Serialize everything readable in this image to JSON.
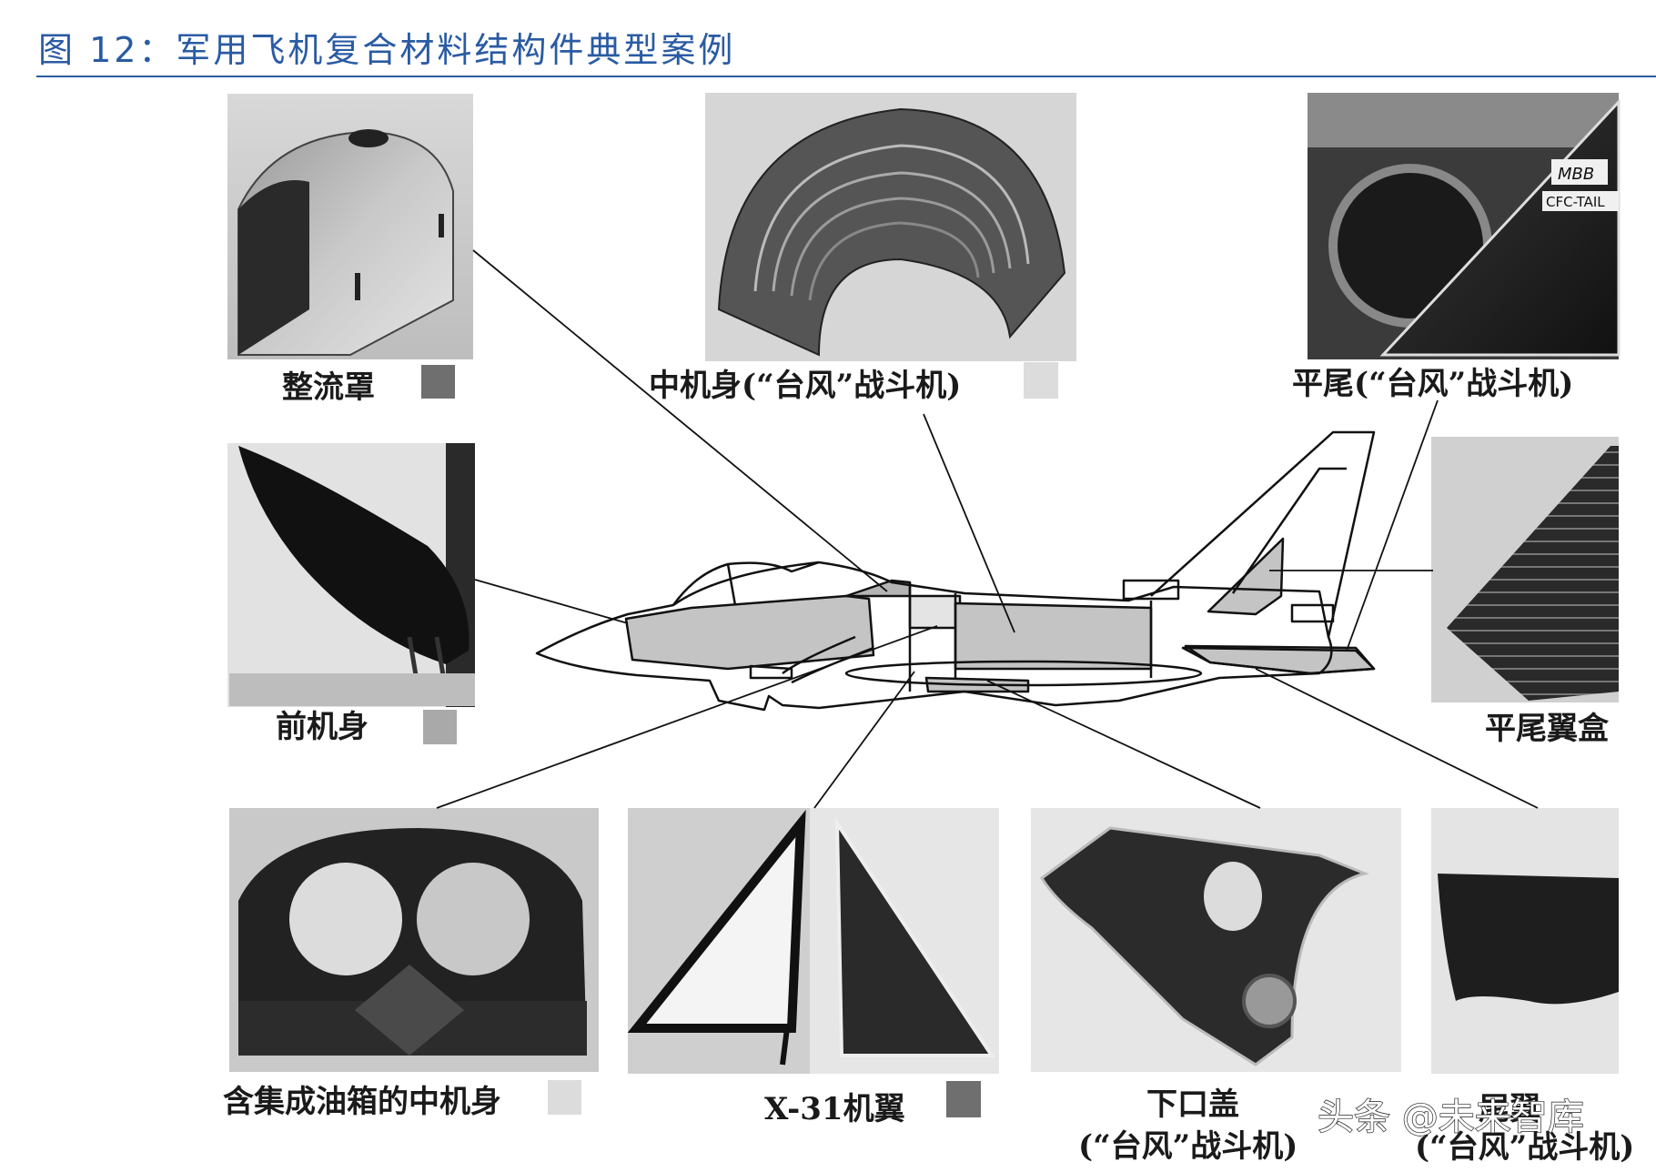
{
  "figure": {
    "title": "图 12：军用飞机复合材料结构件典型案例"
  },
  "colors": {
    "title_blue": "#2a5ba3",
    "swatch_dark": "#6f6f6f",
    "swatch_mid": "#a9a9a9",
    "swatch_light": "#dcdcdc",
    "zone_shade": "#c8c8c8"
  },
  "labels": {
    "fairing": "整流罩",
    "center_fuselage": "中机身(“台风”战斗机)",
    "horizontal_tail": "平尾(“台风”战斗机)",
    "forward_fuselage": "前机身",
    "tail_wing_box": "平尾翼盒",
    "center_fuselage_tank": "含集成油箱的中机身",
    "x31_wing": "X-31机翼",
    "lower_cover": "下口盖",
    "lower_cover_sub": "(“台风”战斗机)",
    "rudder": "尾翼",
    "rudder_sub": "(“台风”战斗机)"
  },
  "photo_marks": {
    "tail_text_1": "MBB",
    "tail_text_2": "CFC-TAIL"
  },
  "watermark": "头条 @未来智库"
}
